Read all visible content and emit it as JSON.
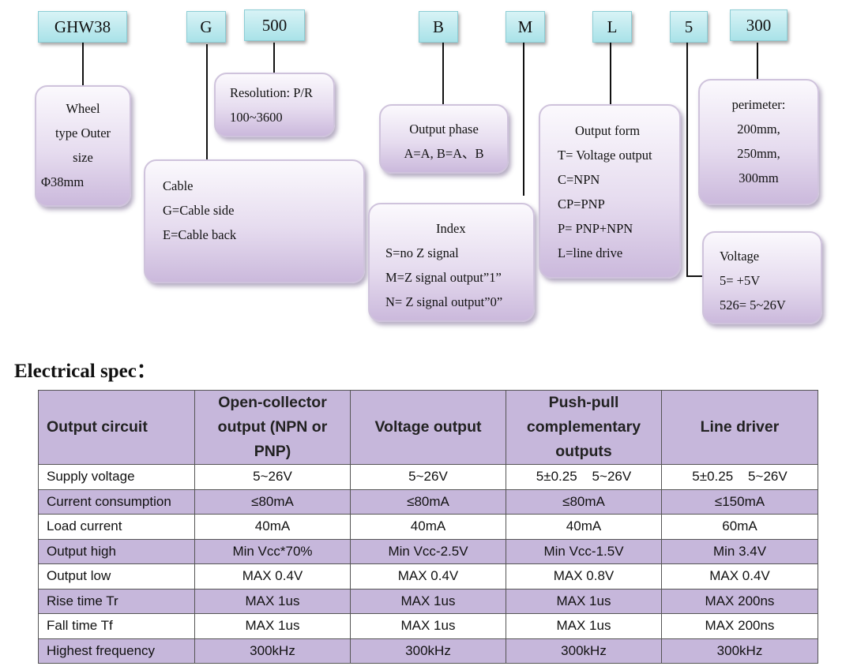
{
  "codes": [
    "GHW38",
    "G",
    "500",
    "B",
    "M",
    "L",
    "5",
    "300"
  ],
  "boxes": {
    "wheel": [
      "Wheel",
      "type Outer",
      "size",
      "Φ38mm"
    ],
    "resolution": [
      "Resolution: P/R",
      "100~3600"
    ],
    "cable": [
      "Cable",
      "G=Cable side",
      "E=Cable back"
    ],
    "phase": [
      "Output phase",
      "A=A, B=A、B"
    ],
    "index": [
      "Index",
      "S=no Z signal",
      "M=Z signal output”1”",
      "N= Z signal output”0”"
    ],
    "form": [
      "Output form",
      "T= Voltage output",
      "C=NPN",
      "CP=PNP",
      "P= PNP+NPN",
      "L=line drive"
    ],
    "perimeter": [
      "perimeter:",
      "200mm,",
      "250mm,",
      "300mm"
    ],
    "voltage": [
      "Voltage",
      "5= +5V",
      "526= 5~26V"
    ]
  },
  "spec": {
    "heading": "Electrical spec：",
    "headers": [
      "Output circuit",
      "Open-collector output (NPN or PNP)",
      "Voltage output",
      "Push-pull complementary outputs",
      "Line driver"
    ],
    "rows": [
      [
        "Supply voltage",
        "5~26V",
        "5~26V",
        "5±0.25    5~26V",
        "5±0.25    5~26V"
      ],
      [
        "Current consumption",
        "≤80mA",
        "≤80mA",
        "≤80mA",
        "≤150mA"
      ],
      [
        "Load current",
        "40mA",
        "40mA",
        "40mA",
        "60mA"
      ],
      [
        "Output high",
        "Min Vcc*70%",
        "Min Vcc-2.5V",
        "Min Vcc-1.5V",
        "Min 3.4V"
      ],
      [
        "Output low",
        "MAX 0.4V",
        "MAX 0.4V",
        "MAX 0.8V",
        "MAX 0.4V"
      ],
      [
        "Rise time Tr",
        "MAX 1us",
        "MAX 1us",
        "MAX 1us",
        "MAX 200ns"
      ],
      [
        "Fall time Tf",
        "MAX 1us",
        "MAX 1us",
        "MAX 1us",
        "MAX 200ns"
      ],
      [
        "Highest frequency",
        "300kHz",
        "300kHz",
        "300kHz",
        "300kHz"
      ]
    ]
  }
}
